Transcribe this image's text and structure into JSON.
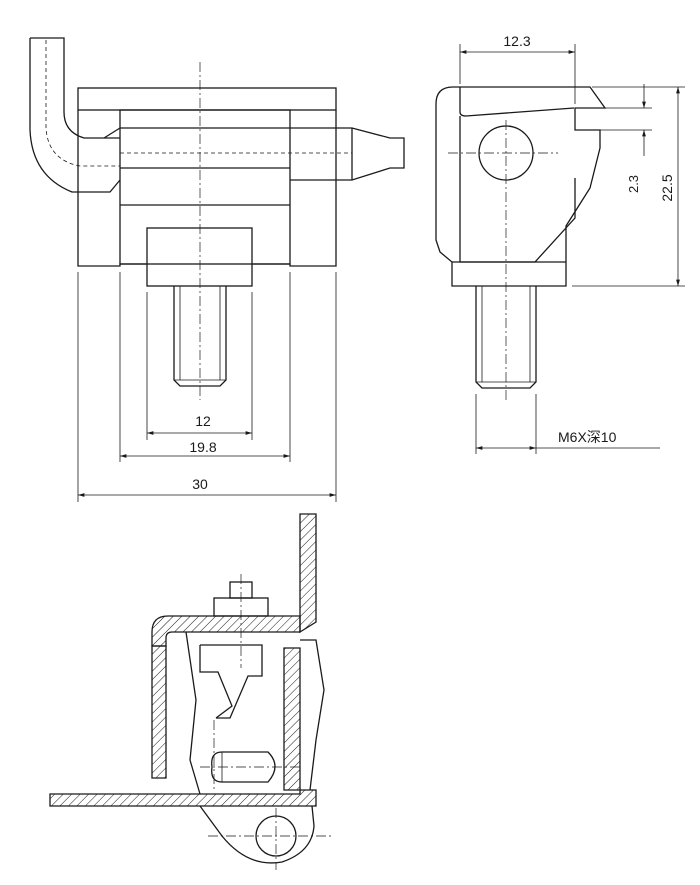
{
  "dimensions": {
    "front_width_total": "30",
    "front_width_body": "19.8",
    "front_width_boss": "12",
    "side_width_top": "12.3",
    "side_height_total": "22.5",
    "side_offset": "2.3",
    "thread_callout": "M6X深10"
  },
  "colors": {
    "line": "#1a1a1a",
    "background": "#ffffff"
  }
}
